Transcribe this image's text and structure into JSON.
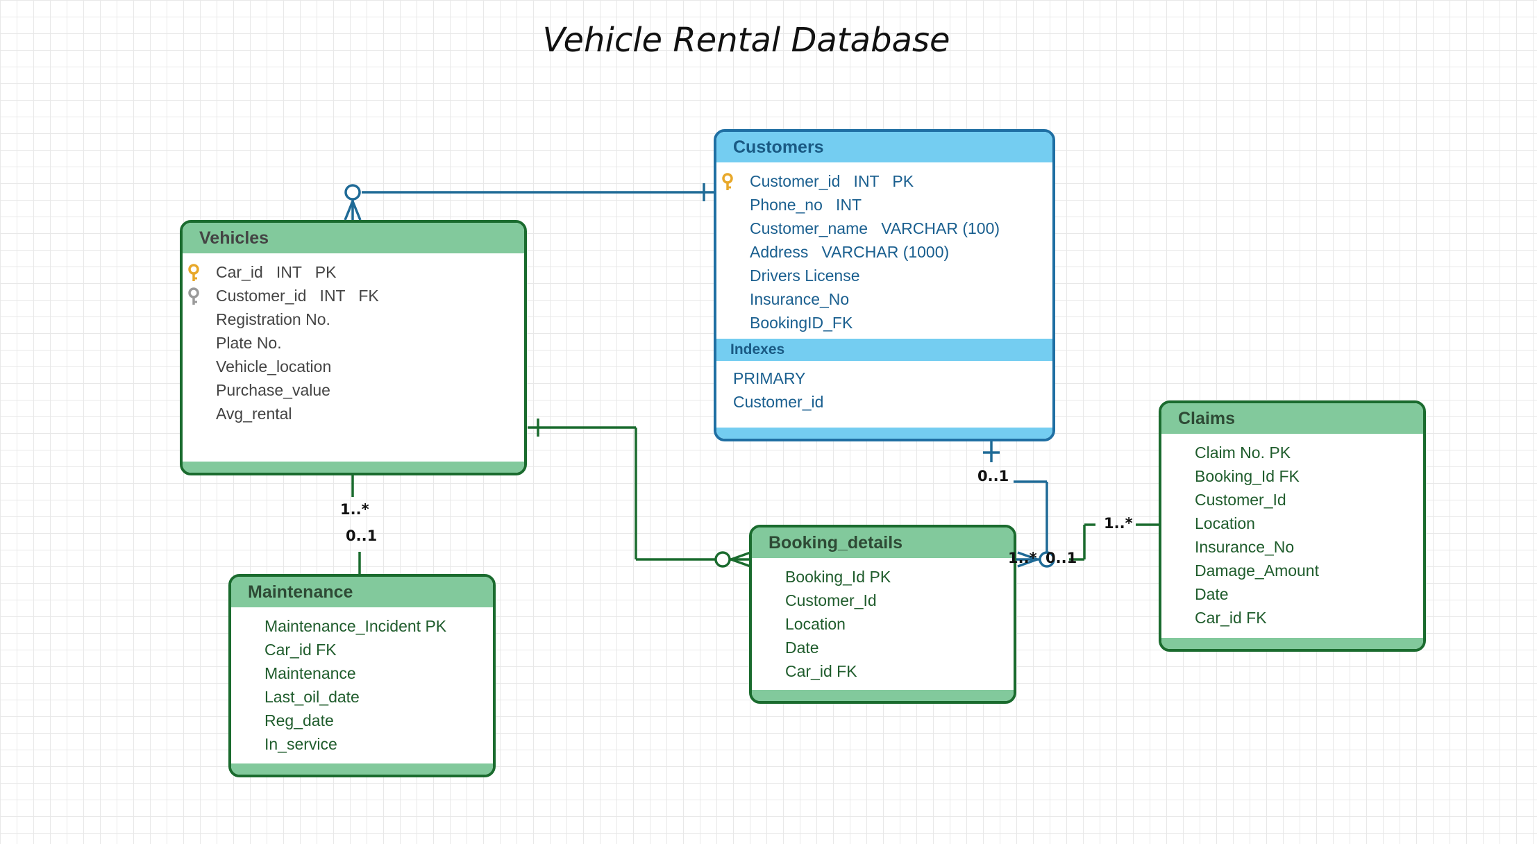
{
  "title": "Vehicle Rental Database",
  "colors": {
    "green_border": "#1a6b2e",
    "green_fill": "#82c99c",
    "blue_border": "#1f6fa3",
    "blue_fill": "#74cdf1",
    "pk_key": "#e8a82a",
    "fk_key": "#9a9a9a"
  },
  "entities": {
    "vehicles": {
      "name": "Vehicles",
      "fields": [
        {
          "text": "Car_id   INT   PK",
          "key": "primary-key-icon"
        },
        {
          "text": "Customer_id   INT   FK",
          "key": "foreign-key-icon"
        },
        {
          "text": "Registration No."
        },
        {
          "text": "Plate No."
        },
        {
          "text": "Vehicle_location"
        },
        {
          "text": "Purchase_value"
        },
        {
          "text": "Avg_rental"
        }
      ]
    },
    "customers": {
      "name": "Customers",
      "fields": [
        {
          "text": "Customer_id   INT   PK",
          "key": "primary-key-icon"
        },
        {
          "text": "Phone_no   INT"
        },
        {
          "text": "Customer_name   VARCHAR (100)"
        },
        {
          "text": "Address   VARCHAR (1000)"
        },
        {
          "text": "Drivers License"
        },
        {
          "text": "Insurance_No"
        },
        {
          "text": "BookingID_FK"
        }
      ],
      "indexes_label": "Indexes",
      "indexes": [
        "PRIMARY",
        "Customer_id"
      ]
    },
    "claims": {
      "name": "Claims",
      "fields": [
        {
          "text": "Claim No. PK"
        },
        {
          "text": "Booking_Id FK"
        },
        {
          "text": "Customer_Id"
        },
        {
          "text": "Location"
        },
        {
          "text": "Insurance_No"
        },
        {
          "text": "Damage_Amount"
        },
        {
          "text": "Date"
        },
        {
          "text": "Car_id FK"
        }
      ]
    },
    "booking_details": {
      "name": "Booking_details",
      "fields": [
        {
          "text": "Booking_Id PK"
        },
        {
          "text": "Customer_Id"
        },
        {
          "text": "Location"
        },
        {
          "text": "Date"
        },
        {
          "text": "Car_id FK"
        }
      ]
    },
    "maintenance": {
      "name": "Maintenance",
      "fields": [
        {
          "text": "Maintenance_Incident PK"
        },
        {
          "text": "Car_id FK"
        },
        {
          "text": "Maintenance"
        },
        {
          "text": "Last_oil_date"
        },
        {
          "text": "Reg_date"
        },
        {
          "text": "In_service"
        }
      ]
    }
  },
  "cardinality_labels": {
    "vehicles_maintenance_top": "1..*",
    "vehicles_maintenance_bottom": "0..1",
    "customers_bottom": "0..1",
    "claims_left": "1..*",
    "booking_right_a": "1..*",
    "booking_right_b": "0..1"
  }
}
